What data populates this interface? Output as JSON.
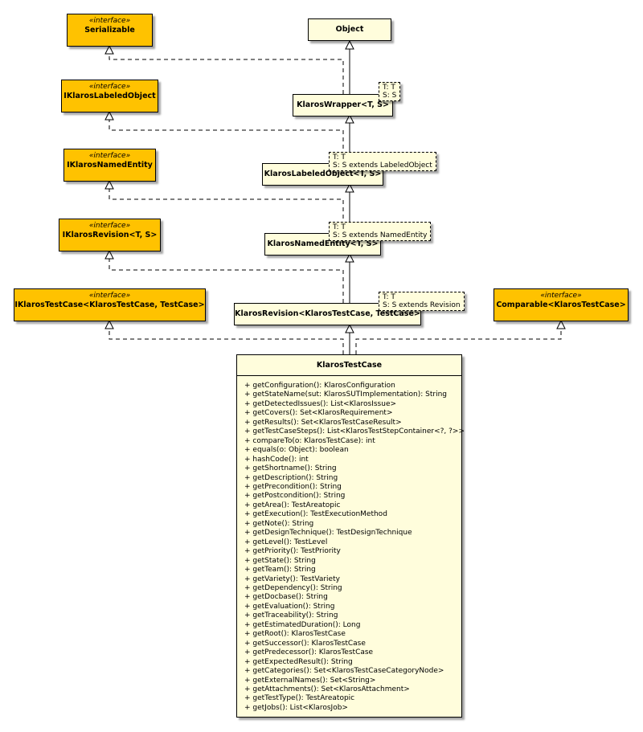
{
  "object": {
    "name": "Object"
  },
  "serializable": {
    "stereotype": "«interface»",
    "name": "Serializable"
  },
  "iklaroslabeledobject": {
    "stereotype": "«interface»",
    "name": "IKlarosLabeledObject"
  },
  "iklarosnamedentity": {
    "stereotype": "«interface»",
    "name": "IKlarosNamedEntity"
  },
  "iklarosrevision": {
    "stereotype": "«interface»",
    "name": "IKlarosRevision<T, S>"
  },
  "iklarostestcase": {
    "stereotype": "«interface»",
    "name": "IKlarosTestCase<KlarosTestCase, TestCase>"
  },
  "comparable": {
    "stereotype": "«interface»",
    "name": "Comparable<KlarosTestCase>"
  },
  "klaroswrapper": {
    "name": "KlarosWrapper<T, S>",
    "tparams": [
      "T: T",
      "S: S"
    ]
  },
  "klaroslabeledobject": {
    "name": "KlarosLabeledObject<T, S>",
    "tparams": [
      "T: T",
      "S: S extends LabeledObject"
    ]
  },
  "klarosnamedentity": {
    "name": "KlarosNamedEntity<T, S>",
    "tparams": [
      "T: T",
      "S: S extends NamedEntity"
    ]
  },
  "klarosrevision": {
    "name": "KlarosRevision<KlarosTestCase, TestCase>",
    "tparams": [
      "T: T",
      "S: S extends Revision"
    ]
  },
  "klarostestcase": {
    "name": "KlarosTestCase",
    "methods": [
      "+ getConfiguration(): KlarosConfiguration",
      "+ getStateName(sut: KlarosSUTImplementation): String",
      "+ getDetectedIssues(): List<KlarosIssue>",
      "+ getCovers(): Set<KlarosRequirement>",
      "+ getResults(): Set<KlarosTestCaseResult>",
      "+ getTestCaseSteps(): List<KlarosTestStepContainer<?, ?>>",
      "+ compareTo(o: KlarosTestCase): int",
      "+ equals(o: Object): boolean",
      "+ hashCode(): int",
      "+ getShortname(): String",
      "+ getDescription(): String",
      "+ getPrecondition(): String",
      "+ getPostcondition(): String",
      "+ getArea(): TestAreatopic",
      "+ getExecution(): TestExecutionMethod",
      "+ getNote(): String",
      "+ getDesignTechnique(): TestDesignTechnique",
      "+ getLevel(): TestLevel",
      "+ getPriority(): TestPriority",
      "+ getState(): String",
      "+ getTeam(): String",
      "+ getVariety(): TestVariety",
      "+ getDependency(): String",
      "+ getDocbase(): String",
      "+ getEvaluation(): String",
      "+ getTraceability(): String",
      "+ getEstimatedDuration(): Long",
      "+ getRoot(): KlarosTestCase",
      "+ getSuccessor(): KlarosTestCase",
      "+ getPredecessor(): KlarosTestCase",
      "+ getExpectedResult(): String",
      "+ getCategories(): Set<KlarosTestCaseCategoryNode>",
      "+ getExternalNames(): Set<String>",
      "+ getAttachments(): Set<KlarosAttachment>",
      "+ getTestType(): TestAreatopic",
      "+ getJobs(): List<KlarosJob>"
    ]
  }
}
